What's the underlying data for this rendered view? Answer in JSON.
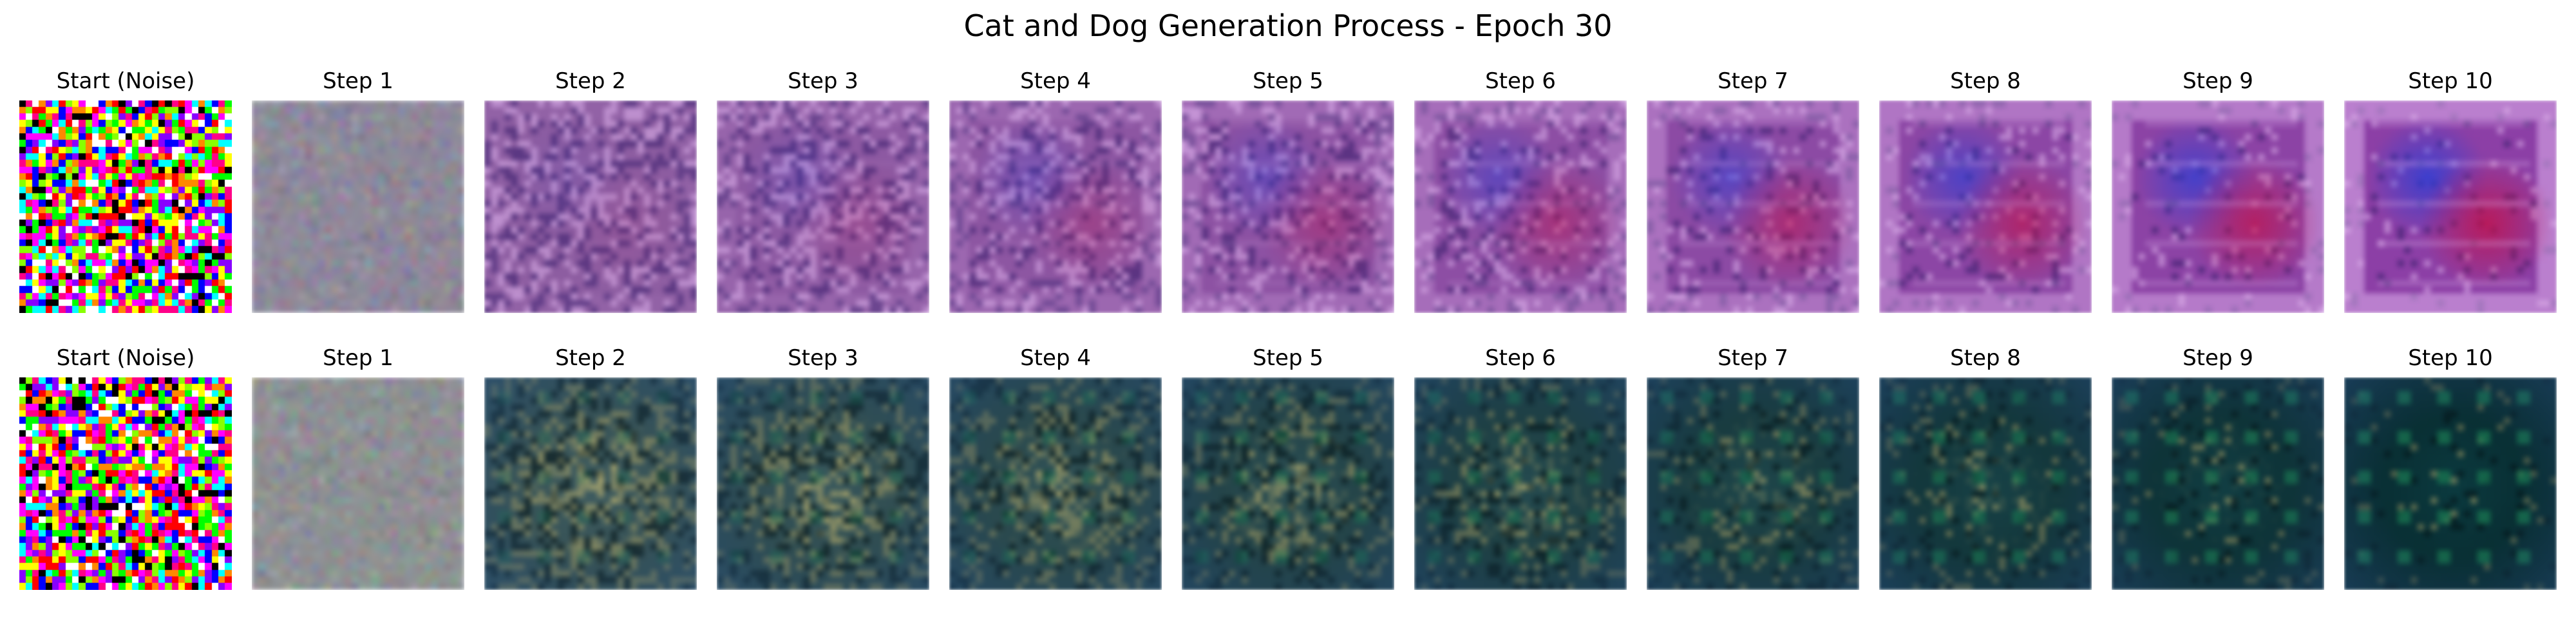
{
  "figure": {
    "title": "Cat and Dog Generation Process - Epoch 30"
  },
  "rows": [
    {
      "panels": [
        {
          "label": "Start (Noise)"
        },
        {
          "label": "Step 1"
        },
        {
          "label": "Step 2"
        },
        {
          "label": "Step 3"
        },
        {
          "label": "Step 4"
        },
        {
          "label": "Step 5"
        },
        {
          "label": "Step 6"
        },
        {
          "label": "Step 7"
        },
        {
          "label": "Step 8"
        },
        {
          "label": "Step 9"
        },
        {
          "label": "Step 10"
        }
      ]
    },
    {
      "panels": [
        {
          "label": "Start (Noise)"
        },
        {
          "label": "Step 1"
        },
        {
          "label": "Step 2"
        },
        {
          "label": "Step 3"
        },
        {
          "label": "Step 4"
        },
        {
          "label": "Step 5"
        },
        {
          "label": "Step 6"
        },
        {
          "label": "Step 7"
        },
        {
          "label": "Step 8"
        },
        {
          "label": "Step 9"
        },
        {
          "label": "Step 10"
        }
      ]
    }
  ],
  "palettes": [
    {
      "noise": [
        "#ff00ff",
        "#00ff00",
        "#ffff00",
        "#00ffff",
        "#ff0000",
        "#0000ff",
        "#ffffff",
        "#000000",
        "#ff8800",
        "#88ff00",
        "#8800ff",
        "#ff0088"
      ],
      "washed": "#8f8a9a",
      "bg": "#8c3fa6",
      "dark": "#3b1f6e",
      "light": "#e0b4ee",
      "accent1": "#2a3fd8",
      "accent2": "#c4124a"
    },
    {
      "noise": [
        "#ff00ff",
        "#00ff00",
        "#ffff00",
        "#00ffff",
        "#ff0000",
        "#0000ff",
        "#ffffff",
        "#000000",
        "#ff8800",
        "#88ff00",
        "#8800ff",
        "#ff0088"
      ],
      "washed": "#8e9194",
      "bg": "#0b3a3f",
      "dark": "#041418",
      "light": "#b9b070",
      "accent1": "#1a7a52",
      "accent2": "#2d5a8c"
    }
  ]
}
